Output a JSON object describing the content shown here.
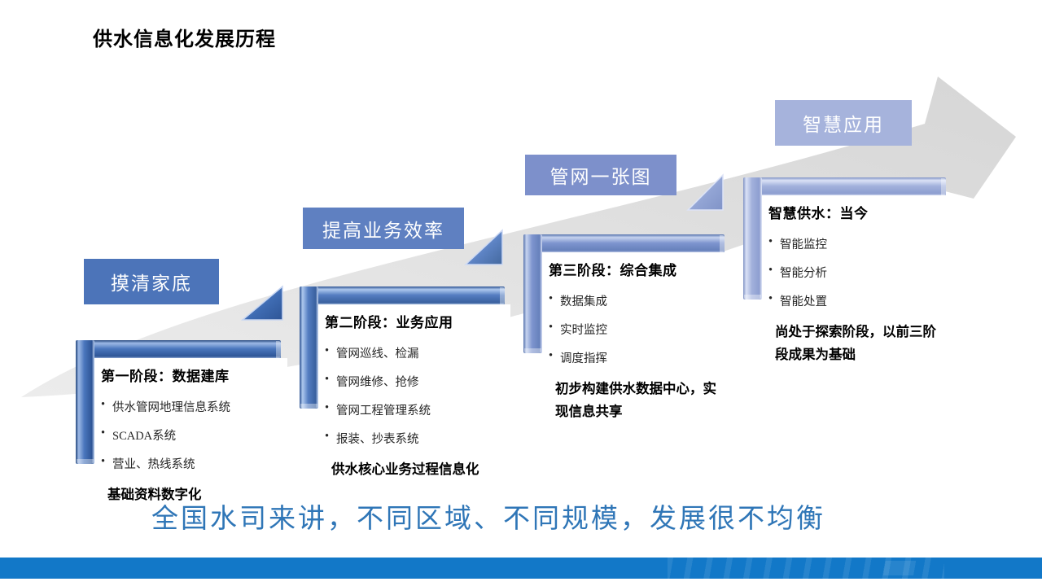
{
  "slide": {
    "title": "供水信息化发展历程"
  },
  "labels": [
    {
      "text": "摸清家底"
    },
    {
      "text": "提高业务效率"
    },
    {
      "text": "管网一张图"
    },
    {
      "text": "智慧应用"
    }
  ],
  "stages": [
    {
      "heading": "第一阶段：数据建库",
      "bullets": [
        "供水管网地理信息系统",
        "SCADA系统",
        "营业、热线系统"
      ],
      "summary": "基础资料数字化"
    },
    {
      "heading": "第二阶段：业务应用",
      "bullets": [
        "管网巡线、检漏",
        "管网维修、抢修",
        "管网工程管理系统",
        "报装、抄表系统"
      ],
      "summary": "供水核心业务过程信息化"
    },
    {
      "heading": "第三阶段：综合集成",
      "bullets": [
        "数据集成",
        "实时监控",
        "调度指挥"
      ],
      "summary": "初步构建供水数据中心，实现信息共享"
    },
    {
      "heading": "智慧供水：当今",
      "bullets": [
        "智能监控",
        "智能分析",
        "智能处置"
      ],
      "summary": "尚处于探索阶段，以前三阶段成果为基础"
    }
  ],
  "conclusion": "全国水司来讲，不同区域、不同规模，发展很不均衡",
  "colors": {
    "label_1": "#4C74B9",
    "label_2": "#5F80C1",
    "label_3": "#7D90CB",
    "label_4": "#A6B3DC",
    "stage_bracket_1": "#4A76BD",
    "stage_bracket_2": "#547DC1",
    "stage_bracket_3": "#7E95CF",
    "stage_bracket_4": "#A2B1DC",
    "swoosh_arrow": "#DDDDDD",
    "conclusion_text": "#2F76B7",
    "footer_bar": "#1278C8"
  }
}
